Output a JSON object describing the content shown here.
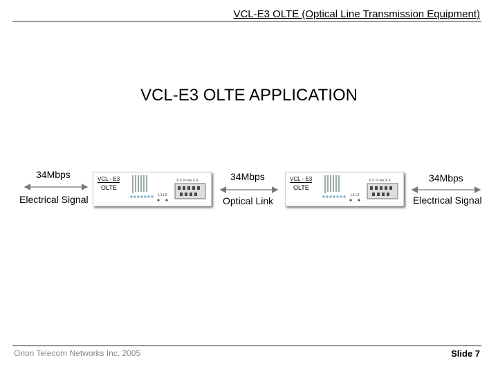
{
  "header": {
    "title": "VCL-E3 OLTE (Optical Line Transmission Equipment)"
  },
  "main": {
    "title": "VCL-E3 OLTE APPLICATION"
  },
  "diagram": {
    "left": {
      "rate": "34Mbps",
      "signal": "Electrical Signal"
    },
    "middle": {
      "rate": "34Mbps",
      "signal": "Optical Link"
    },
    "right": {
      "rate": "34Mbps",
      "signal": "Electrical Signal"
    },
    "device1": {
      "model": "VCL - E3",
      "label": "OLTE"
    },
    "device2": {
      "model": "VCL - E3",
      "label": "OLTE"
    },
    "colors": {
      "arrow": "#777777",
      "led": "#6fa8c8",
      "panel_border": "#cccccc"
    }
  },
  "footer": {
    "company": "Orion Telecom Networks Inc. 2005",
    "slide": "Slide 7"
  }
}
